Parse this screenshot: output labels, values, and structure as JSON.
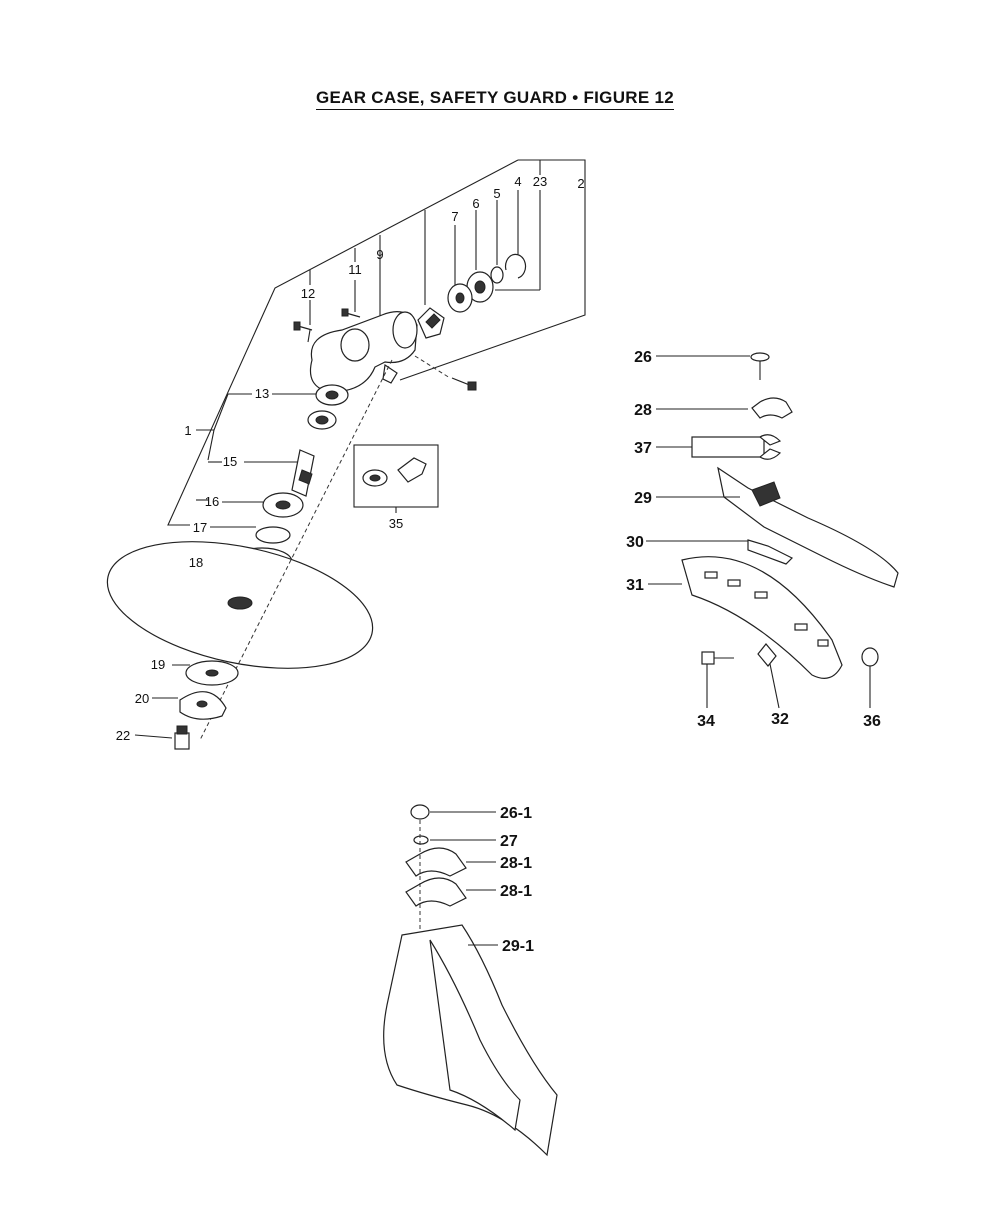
{
  "figure": {
    "title": "GEAR CASE, SAFETY GUARD • FIGURE 12"
  },
  "callouts": [
    {
      "id": "c2",
      "text": "2"
    },
    {
      "id": "c23",
      "text": "23"
    },
    {
      "id": "c4",
      "text": "4"
    },
    {
      "id": "c5",
      "text": "5"
    },
    {
      "id": "c6",
      "text": "6"
    },
    {
      "id": "c7",
      "text": "7"
    },
    {
      "id": "c9",
      "text": "9"
    },
    {
      "id": "c11",
      "text": "11"
    },
    {
      "id": "c12",
      "text": "12"
    },
    {
      "id": "c13",
      "text": "13"
    },
    {
      "id": "c1",
      "text": "1"
    },
    {
      "id": "c15",
      "text": "15"
    },
    {
      "id": "c16",
      "text": "16"
    },
    {
      "id": "c17",
      "text": "17"
    },
    {
      "id": "c18",
      "text": "18"
    },
    {
      "id": "c19",
      "text": "19"
    },
    {
      "id": "c20",
      "text": "20"
    },
    {
      "id": "c22",
      "text": "22"
    },
    {
      "id": "c35",
      "text": "35"
    },
    {
      "id": "c26",
      "text": "26"
    },
    {
      "id": "c28",
      "text": "28"
    },
    {
      "id": "c37",
      "text": "37"
    },
    {
      "id": "c29",
      "text": "29"
    },
    {
      "id": "c30",
      "text": "30"
    },
    {
      "id": "c31",
      "text": "31"
    },
    {
      "id": "c34",
      "text": "34"
    },
    {
      "id": "c32",
      "text": "32"
    },
    {
      "id": "c36",
      "text": "36"
    },
    {
      "id": "c26_1",
      "text": "26-1"
    },
    {
      "id": "c27",
      "text": "27"
    },
    {
      "id": "c28_1a",
      "text": "28-1"
    },
    {
      "id": "c28_1b",
      "text": "28-1"
    },
    {
      "id": "c29_1",
      "text": "29-1"
    }
  ]
}
